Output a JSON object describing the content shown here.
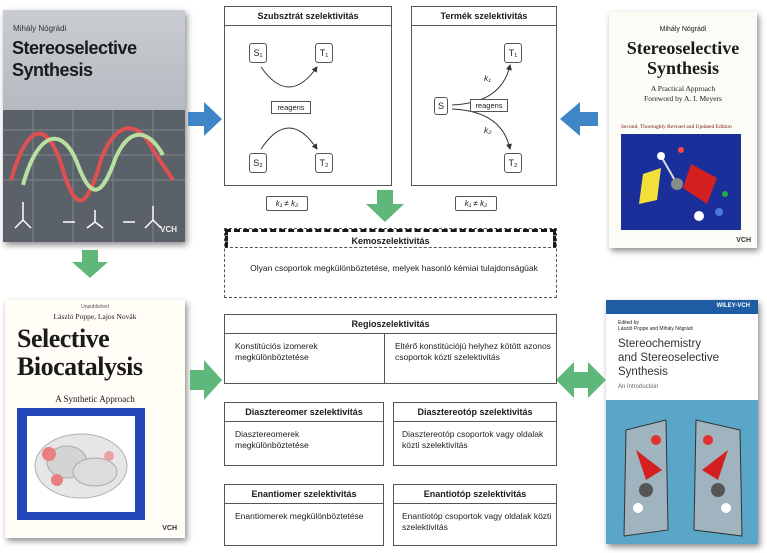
{
  "books": {
    "stereoselective_vch": {
      "author": "Mihály Nógrádi",
      "title_line1": "Stereoselective",
      "title_line2": "Synthesis",
      "publisher": "VCH"
    },
    "stereoselective_2nd": {
      "author": "Mihály Nógrádi",
      "title_line1": "Stereoselective",
      "title_line2": "Synthesis",
      "subtitle": "A Practical Approach",
      "foreword": "Foreword by A. I. Meyers",
      "edition": "Second, Thoroughly Revised and Updated Edition",
      "publisher": "VCH"
    },
    "biocatalysis": {
      "eyebrow": "Unpublished",
      "authors": "László Poppe, Lajos Novák",
      "title_line1": "Selective",
      "title_line2": "Biocatalysis",
      "subtitle": "A Synthetic Approach",
      "publisher": "VCH"
    },
    "stereochemistry": {
      "publisher": "WILEY-VCH",
      "edited_by": "Edited by",
      "editors": "László Poppe and Mihály Nógrádi",
      "title_line1": "Stereochemistry",
      "title_line2": "and Stereoselective",
      "title_line3": "Synthesis",
      "subtitle": "An Introduction"
    }
  },
  "substrate": {
    "title": "Szubsztrát szelektivitás",
    "s1": "S₁",
    "t1": "T₁",
    "s2": "S₂",
    "t2": "T₂",
    "reagent": "reagens",
    "k_label": "k₁ ≠ k₂"
  },
  "product": {
    "title": "Termék szelektivitás",
    "s": "S",
    "t1": "T₁",
    "t2": "T₂",
    "reagent": "reagens",
    "k1": "k₁",
    "k2": "k₂",
    "k_label": "k₁ ≠ k₂"
  },
  "chemo": {
    "title": "Kemoszelektivitás",
    "text": "Olyan csoportok megkülönböztetése, melyek hasonló kémiai tulajdonságúak"
  },
  "regio": {
    "title": "Regioszelektivitás",
    "left": "Konstitúciós izomerek megkülönböztetése",
    "right": "Eltérő konstitúciójú helyhez kötött azonos csoportok közti szelektivitás"
  },
  "diastereomer": {
    "title": "Diasztereomer szelektivitás",
    "text": "Diasztereomerek megkülönböztetése"
  },
  "diastereotop": {
    "title": "Diasztereotóp szelektivitás",
    "text": "Diasztereotóp csoportok vagy oldalak közti szelektivitás"
  },
  "enantiomer": {
    "title": "Enantiomer szelektivitás",
    "text": "Enantiomerek megkülönböztetése"
  },
  "enantiotop": {
    "title": "Enantiotóp szelektivitás",
    "text": "Enantiotóp csoportok vagy oldalak közti szelektivitás"
  },
  "colors": {
    "arrow_blue": "#3f86c7",
    "arrow_green": "#5fb87a",
    "border": "#555555"
  }
}
